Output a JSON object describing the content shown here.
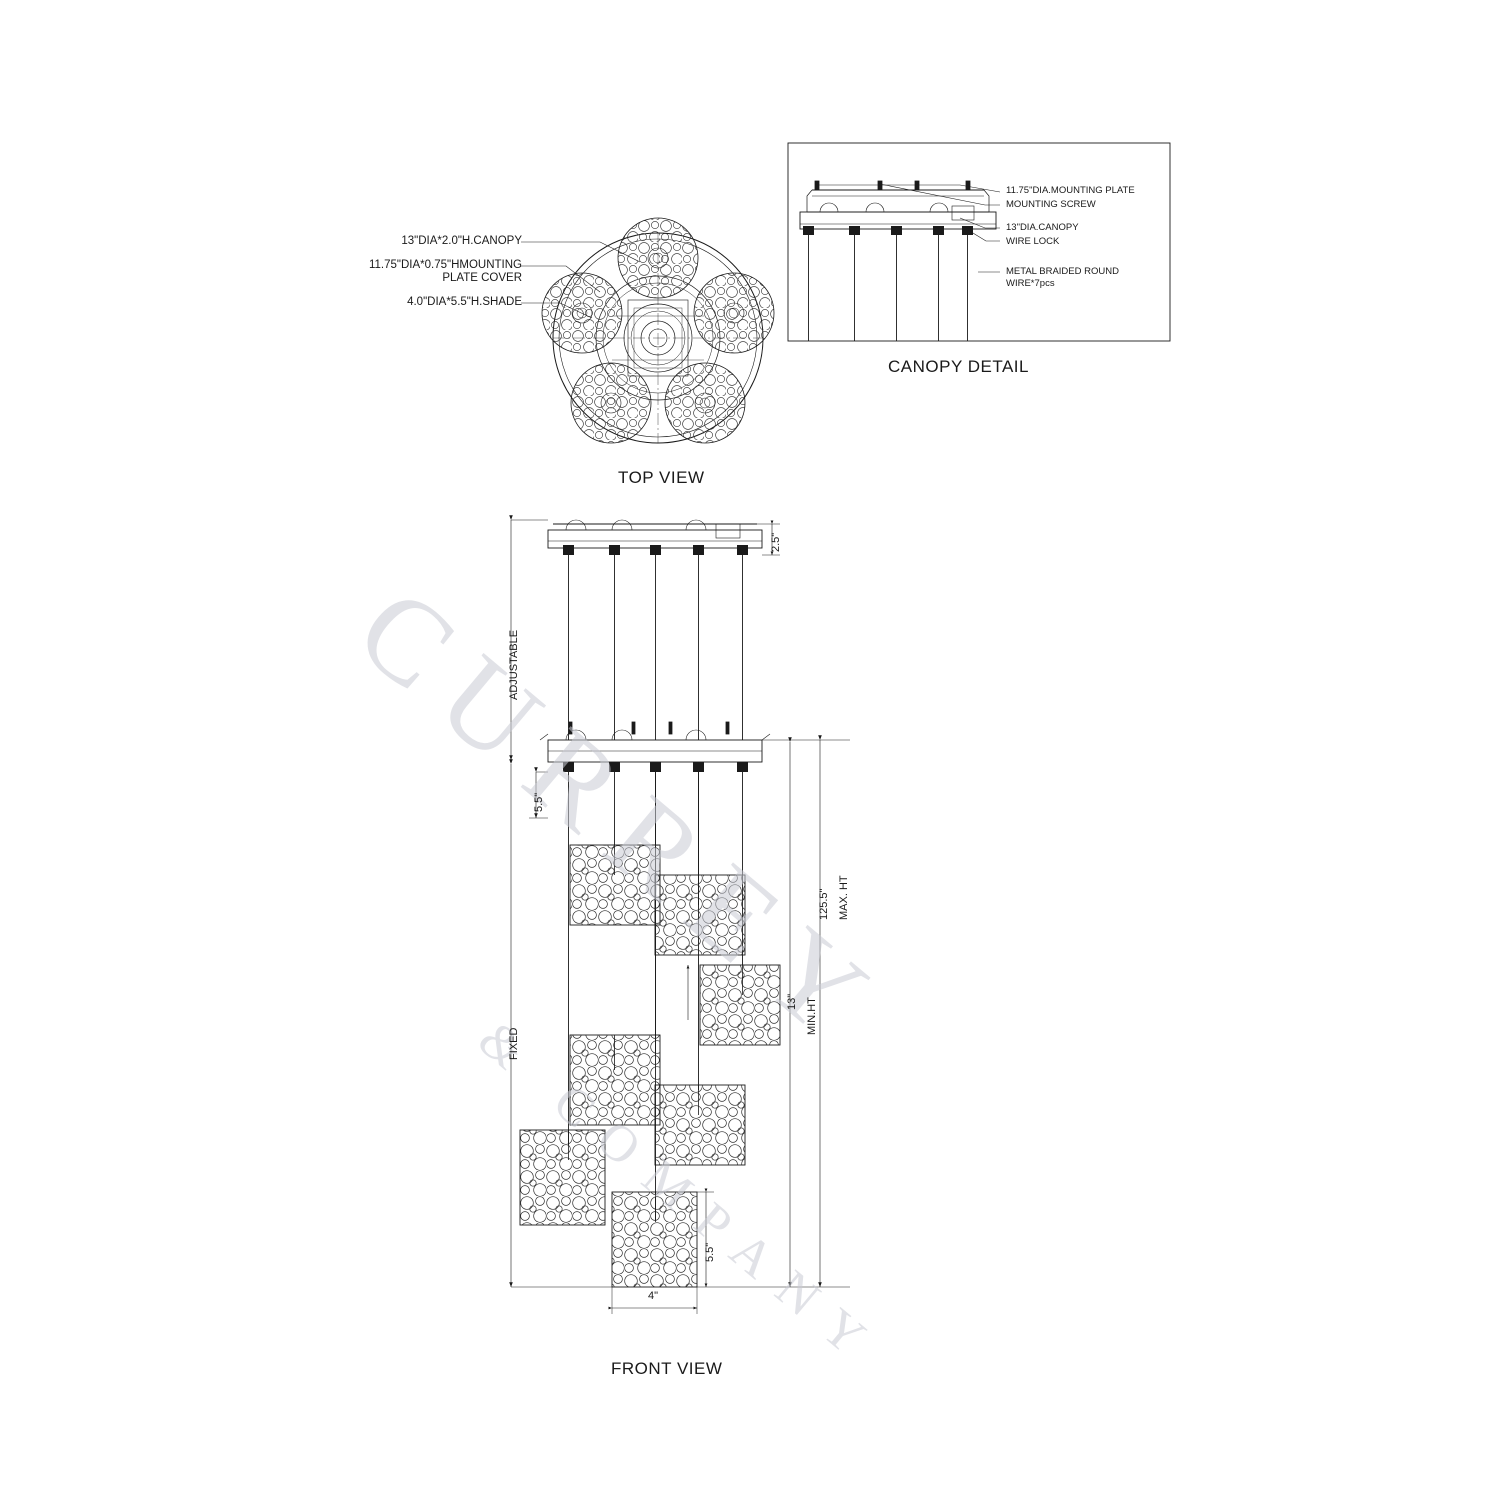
{
  "document": {
    "watermark_line1": "CURREY",
    "watermark_line2": "& COMPANY"
  },
  "views": {
    "top": {
      "title": "TOP VIEW"
    },
    "canopy": {
      "title": "CANOPY DETAIL"
    },
    "front": {
      "title": "FRONT VIEW"
    }
  },
  "top_view_callouts": [
    {
      "id": "canopy",
      "text": "13\"DIA*2.0\"H.CANOPY"
    },
    {
      "id": "mounting-plate-cover",
      "text": "11.75\"DIA*0.75\"HMOUNTING\nPLATE COVER"
    },
    {
      "id": "shade",
      "text": "4.0\"DIA*5.5\"H.SHADE"
    }
  ],
  "canopy_detail_callouts": [
    {
      "id": "mounting-plate",
      "text": "11.75\"DIA.MOUNTING PLATE"
    },
    {
      "id": "mounting-screw",
      "text": "MOUNTING SCREW"
    },
    {
      "id": "canopy",
      "text": "13\"DIA.CANOPY"
    },
    {
      "id": "wire-lock",
      "text": "WIRE LOCK"
    },
    {
      "id": "braided-wire",
      "text": "METAL BRAIDED ROUND\nWIRE*7pcs"
    }
  ],
  "front_view_dimensions": [
    {
      "id": "adjustable",
      "text": "ADJUSTABLE"
    },
    {
      "id": "fixed",
      "text": "FIXED"
    },
    {
      "id": "canopy-height",
      "text": "2.5\""
    },
    {
      "id": "plate-drop",
      "text": "5.5\""
    },
    {
      "id": "max-height-value",
      "text": "125.5\""
    },
    {
      "id": "max-height-label",
      "text": "MAX. HT"
    },
    {
      "id": "min-height-value",
      "text": "13\""
    },
    {
      "id": "min-height-label",
      "text": "MIN.HT"
    },
    {
      "id": "shade-height",
      "text": "5.5\""
    },
    {
      "id": "shade-width",
      "text": "4\""
    }
  ]
}
